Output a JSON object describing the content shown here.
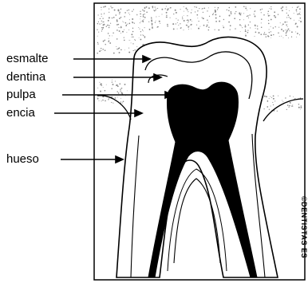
{
  "labels": {
    "esmalte": "esmalte",
    "dentina": "dentina",
    "pulpa": "pulpa",
    "encia": "encia",
    "hueso": "hueso"
  },
  "credit": "©DENTISTAS ES",
  "colors": {
    "ink": "#000000",
    "paper": "#ffffff",
    "stipple": "#8a8a8a"
  }
}
